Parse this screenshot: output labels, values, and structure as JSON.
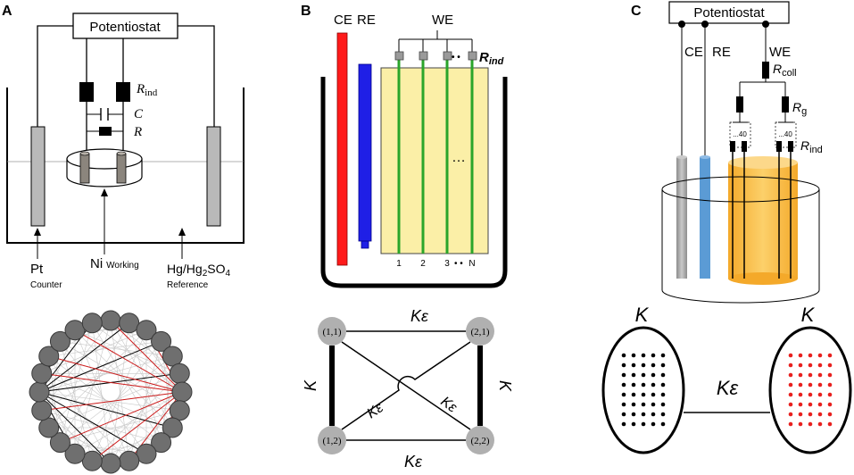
{
  "panel_a": {
    "letter": "A",
    "potentiostat": "Potentiostat",
    "r_ind": "R",
    "r_ind_sub": "ind",
    "c": "C",
    "r": "R",
    "pt": "Pt",
    "counter": "Counter",
    "ni": "Ni",
    "working": "Working",
    "reference_label": "Hg/Hg",
    "reference_sub": "2",
    "reference_tail": "SO",
    "reference_sub2": "4",
    "reference": "Reference"
  },
  "panel_b": {
    "letter": "B",
    "ce": "CE",
    "re": "RE",
    "we": "WE",
    "r_ind": "R",
    "r_ind_sub": "ind",
    "dots": "…",
    "dots_small": "• •",
    "elec_labels": [
      "1",
      "2",
      "3",
      "N"
    ],
    "nodes": [
      "(1,1)",
      "(2,1)",
      "(1,2)",
      "(2,2)"
    ],
    "k": "K",
    "k_eps": "Kε"
  },
  "panel_c": {
    "letter": "C",
    "potentiostat": "Potentiostat",
    "ce": "CE",
    "re": "RE",
    "we": "WE",
    "r": "R",
    "r_coll_sub": "coll",
    "r_g_sub": "g",
    "r_ind_sub": "ind",
    "count_left": "...40",
    "count_right": "...40",
    "k_left": "K",
    "k_right": "K",
    "k_eps": "Kε"
  },
  "colors": {
    "ce_red": "#ff1a1a",
    "re_blue": "#1f1fe6",
    "we_yellow": "#fbefa7",
    "green": "#2aa52a",
    "gray_electrode": "#a9a9a9",
    "blue_electrode": "#5b9bd5",
    "orange_cyl": "#fbc14a",
    "red_edge": "#cc1a1a",
    "red_dot": "#e8201e"
  }
}
